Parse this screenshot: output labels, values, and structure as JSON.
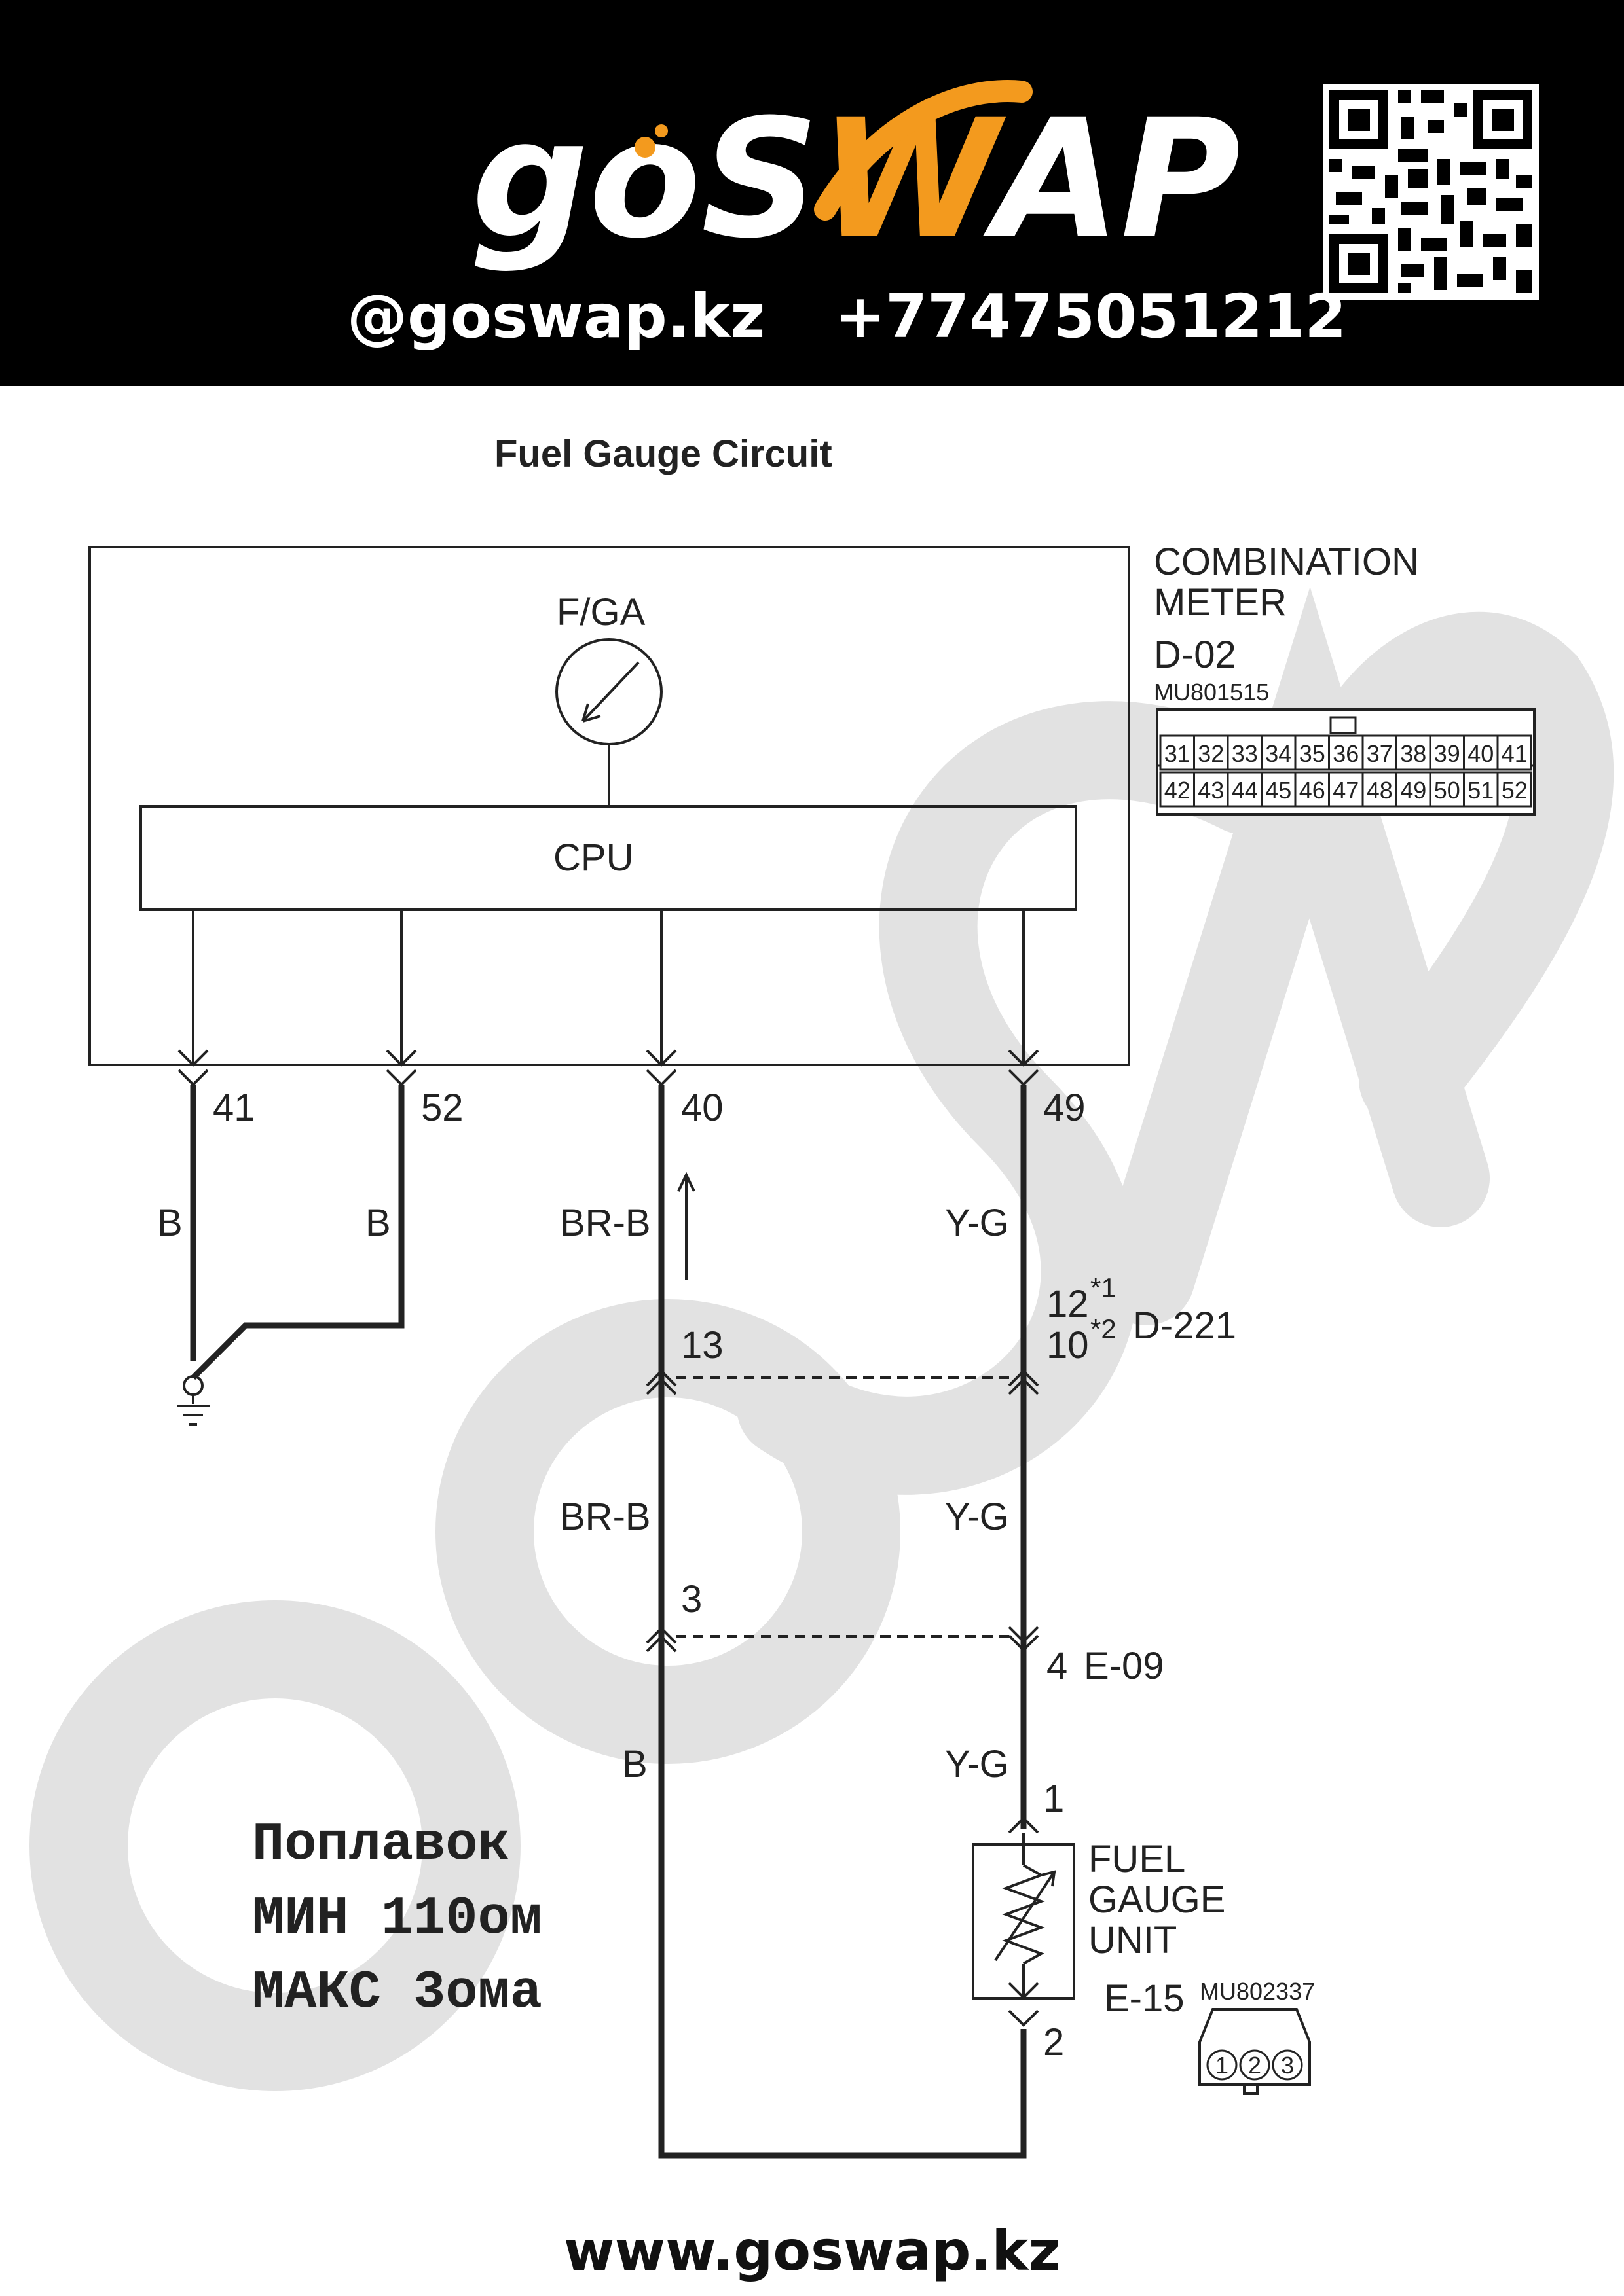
{
  "header": {
    "logo_text": "goSWAP",
    "handle": "@goswap.kz",
    "phone": "+77475051212",
    "qr_icon": "qr-code-icon"
  },
  "title": "Fuel Gauge Circuit",
  "meter": {
    "name_line1": "COMBINATION",
    "name_line2": "METER",
    "connector": "D-02",
    "part_number": "MU801515",
    "gauge_label": "F/GA",
    "cpu_label": "CPU",
    "pins_top": [
      "31",
      "32",
      "33",
      "34",
      "35",
      "36",
      "37",
      "38",
      "39",
      "40",
      "41"
    ],
    "pins_bottom": [
      "42",
      "43",
      "44",
      "45",
      "46",
      "47",
      "48",
      "49",
      "50",
      "51",
      "52"
    ]
  },
  "wires": {
    "pin41": "41",
    "pin52": "52",
    "pin40": "40",
    "pin49": "49",
    "color41": "B",
    "color52": "B",
    "color40": "BR-B",
    "color49": "Y-G",
    "j1_left_pin": "13",
    "j1_right_pin_a": "12",
    "j1_right_pin_a_note": "*1",
    "j1_right_pin_b": "10",
    "j1_right_pin_b_note": "*2",
    "j1_connector": "D-221",
    "mid_left_color": "BR-B",
    "mid_right_color": "Y-G",
    "j2_left_pin": "3",
    "j2_right_pin": "4",
    "j2_connector": "E-09",
    "low_left_color": "B",
    "low_right_color": "Y-G",
    "unit_pin1": "1",
    "unit_pin2": "2"
  },
  "fuel_unit": {
    "line1": "FUEL",
    "line2": "GAUGE",
    "line3": "UNIT",
    "connector": "E-15",
    "part_number": "MU802337",
    "pins": [
      "1",
      "2",
      "3"
    ]
  },
  "notes": {
    "line1": "Поплавок",
    "line2": "МИН 110ом",
    "line3": "МАКС 3ома"
  },
  "footer_url": "www.goswap.kz",
  "colors": {
    "header_bg": "#000000",
    "logo_white": "#ffffff",
    "logo_orange": "#f39a1e",
    "watermark": "#e2e2e2",
    "line": "#222222"
  }
}
